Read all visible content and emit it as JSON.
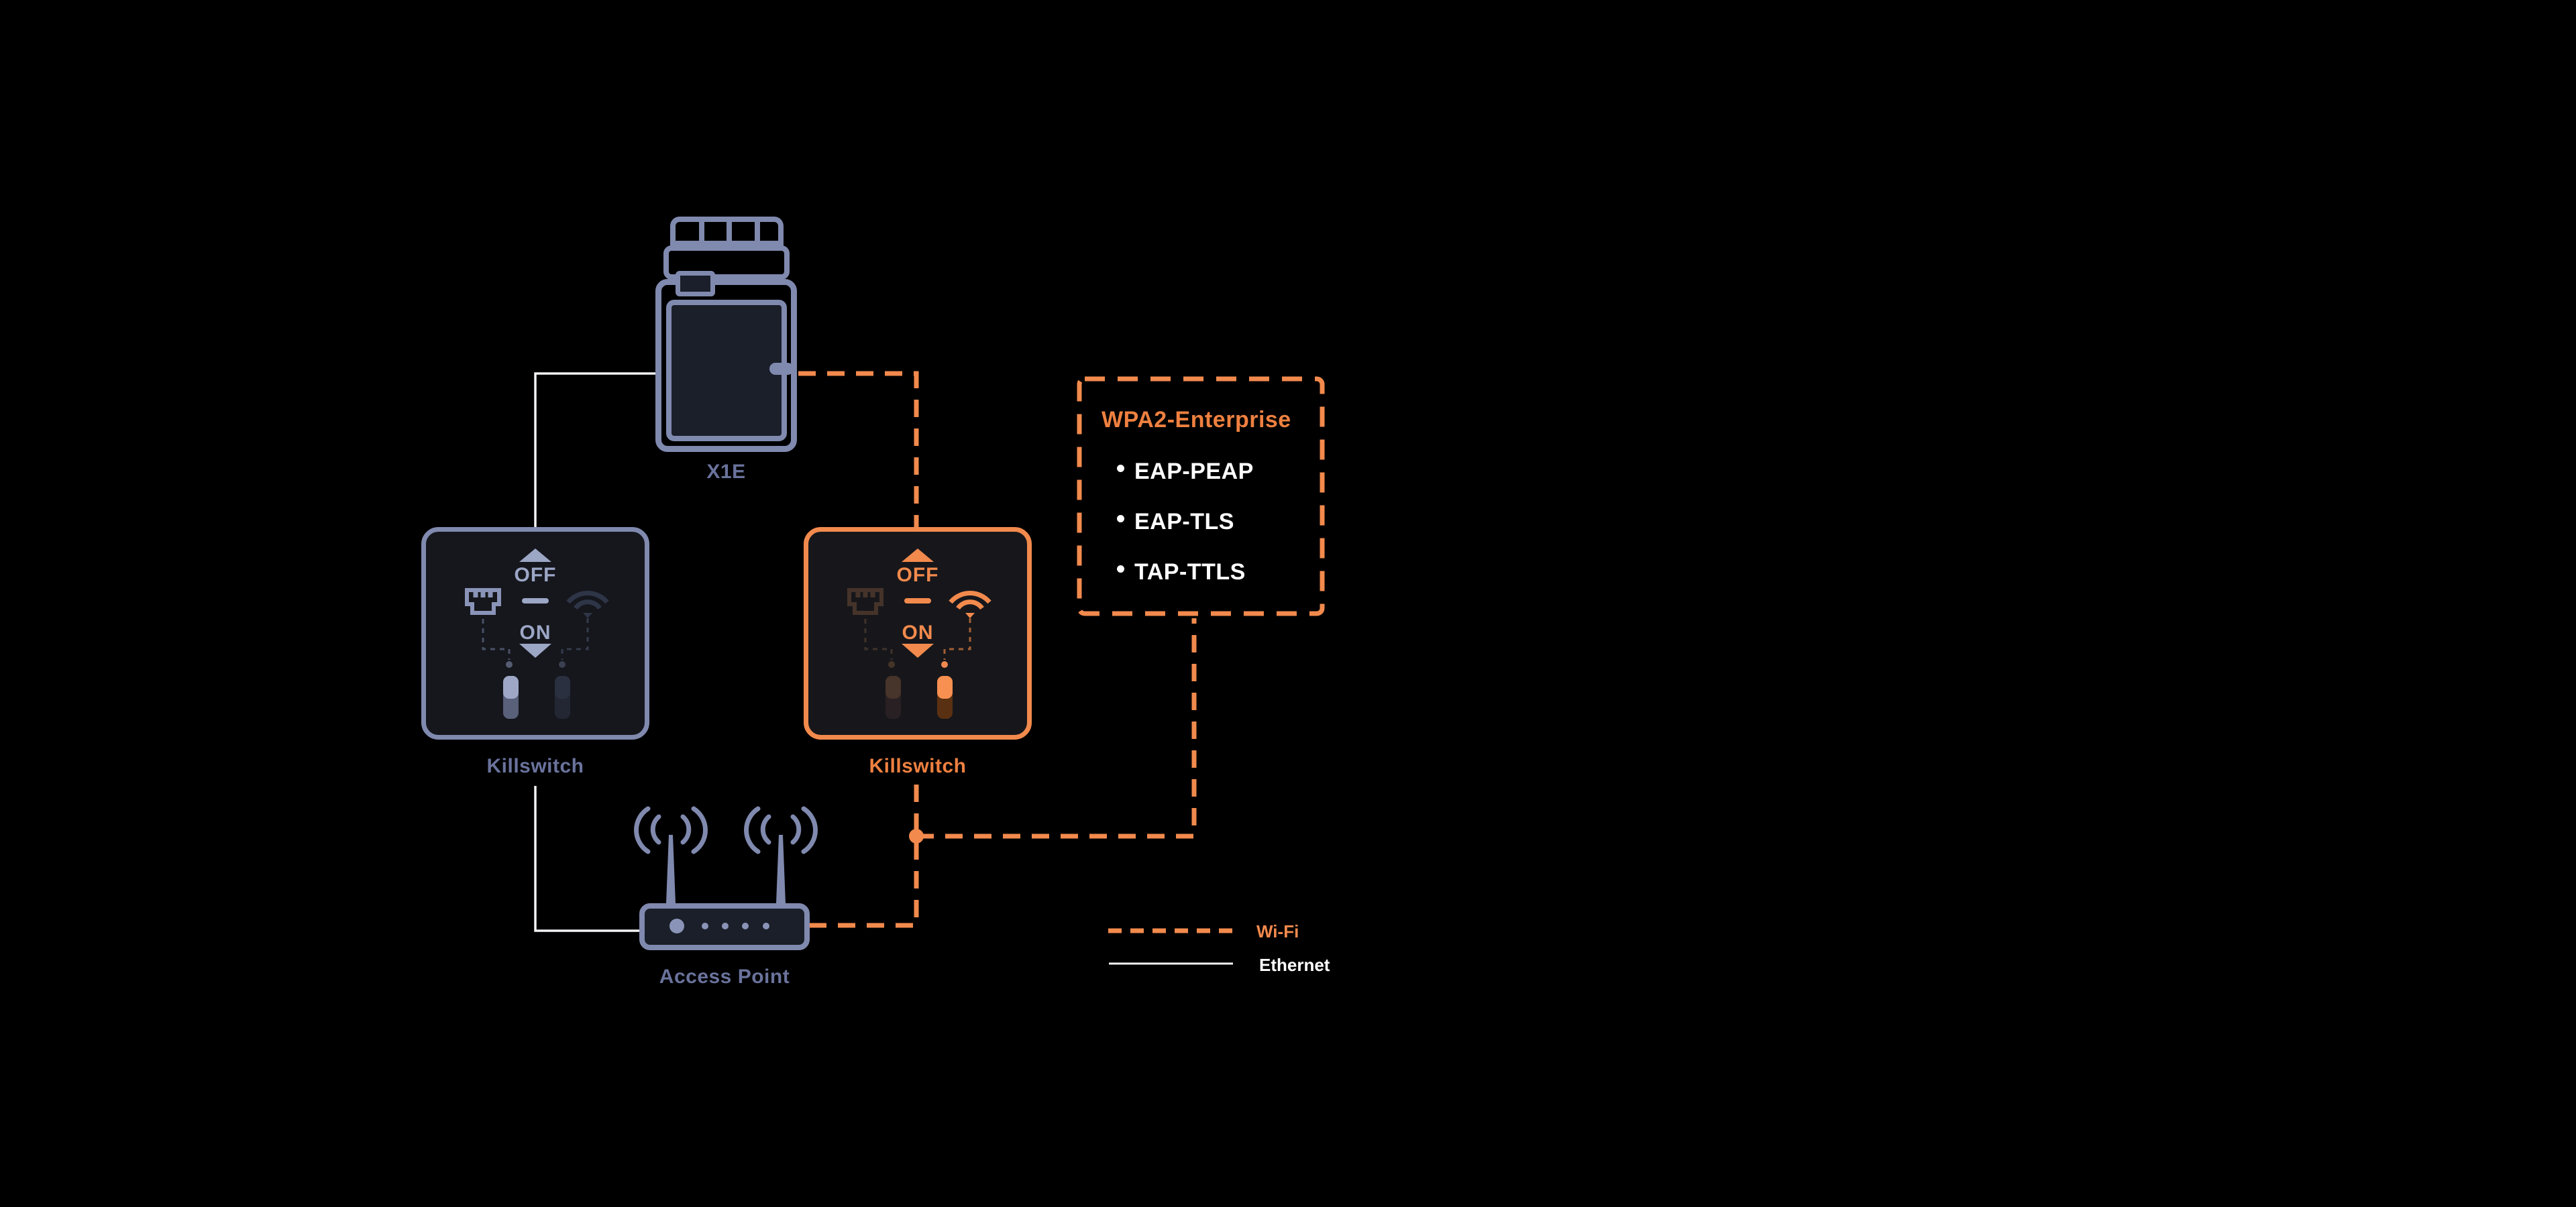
{
  "devices": {
    "x1e": {
      "label": "X1E"
    },
    "killswitch_ethernet": {
      "label": "Killswitch",
      "active": "Ethernet",
      "switch": {
        "off": "OFF",
        "on": "ON"
      }
    },
    "killswitch_wifi": {
      "label": "Killswitch",
      "active": "Wi-Fi",
      "switch": {
        "off": "OFF",
        "on": "ON"
      }
    },
    "access_point": {
      "label": "Access Point"
    }
  },
  "wpa2": {
    "title": "WPA2-Enterprise",
    "items": [
      "EAP-PEAP",
      "EAP-TLS",
      "TAP-TTLS"
    ]
  },
  "legend": {
    "wifi_label": "Wi-Fi",
    "ethernet_label": "Ethernet"
  },
  "icons": {
    "ethernet_port": "rj45-port-icon",
    "wifi": "wifi-arcs-icon",
    "toggle": "toggle-switch",
    "antenna": "antenna-with-signal-arcs",
    "junction": "junction-dot"
  },
  "colors": {
    "background": "#000000",
    "ethernet_line": "#F2F3F5",
    "wifi_line": "#F28A4D",
    "device_outline": "#8089AE",
    "device_label": "#6A739C",
    "orange_label": "#EE8040",
    "list_text": "#FFFFFF"
  }
}
